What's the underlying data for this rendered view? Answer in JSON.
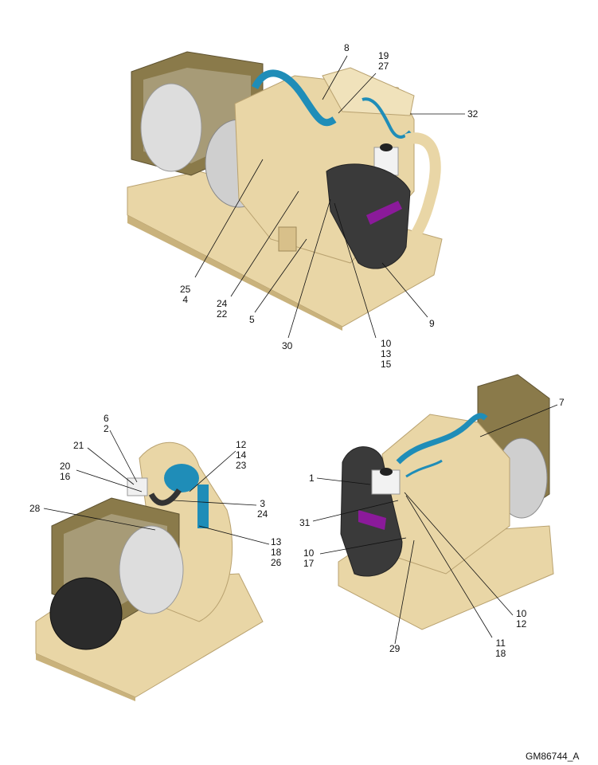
{
  "figure_id": "GM86744_A",
  "colors": {
    "engine": "#e9d6a6",
    "engine_shadow": "#c9b27c",
    "hose": "#1f8db8",
    "frame": "#8a7a4a",
    "cover": "#3a3a3a",
    "label": "#8b1a9a"
  },
  "views": [
    {
      "name": "top-view",
      "callouts": [
        {
          "id": "c8",
          "lines": [
            "8"
          ]
        },
        {
          "id": "c19",
          "lines": [
            "19",
            "27"
          ]
        },
        {
          "id": "c32",
          "lines": [
            "32"
          ]
        },
        {
          "id": "c25",
          "lines": [
            "25",
            "4"
          ]
        },
        {
          "id": "c24",
          "lines": [
            "24",
            "22"
          ]
        },
        {
          "id": "c5",
          "lines": [
            "5"
          ]
        },
        {
          "id": "c30",
          "lines": [
            "30"
          ]
        },
        {
          "id": "c10",
          "lines": [
            "10",
            "13",
            "15"
          ]
        },
        {
          "id": "c9",
          "lines": [
            "9"
          ]
        }
      ]
    },
    {
      "name": "left-view",
      "callouts": [
        {
          "id": "c6",
          "lines": [
            "6",
            "2"
          ]
        },
        {
          "id": "c21",
          "lines": [
            "21"
          ]
        },
        {
          "id": "c20",
          "lines": [
            "20",
            "16"
          ]
        },
        {
          "id": "c28",
          "lines": [
            "28"
          ]
        },
        {
          "id": "c12",
          "lines": [
            "12",
            "14",
            "23"
          ]
        },
        {
          "id": "c3",
          "lines": [
            "3",
            "24"
          ]
        },
        {
          "id": "c13",
          "lines": [
            "13",
            "18",
            "26"
          ]
        }
      ]
    },
    {
      "name": "right-view",
      "callouts": [
        {
          "id": "c7",
          "lines": [
            "7"
          ]
        },
        {
          "id": "c1",
          "lines": [
            "1"
          ]
        },
        {
          "id": "c31",
          "lines": [
            "31"
          ]
        },
        {
          "id": "c1017",
          "lines": [
            "10",
            "17"
          ]
        },
        {
          "id": "c29",
          "lines": [
            "29"
          ]
        },
        {
          "id": "c1118",
          "lines": [
            "11",
            "18"
          ]
        },
        {
          "id": "c1012",
          "lines": [
            "10",
            "12"
          ]
        }
      ]
    }
  ]
}
